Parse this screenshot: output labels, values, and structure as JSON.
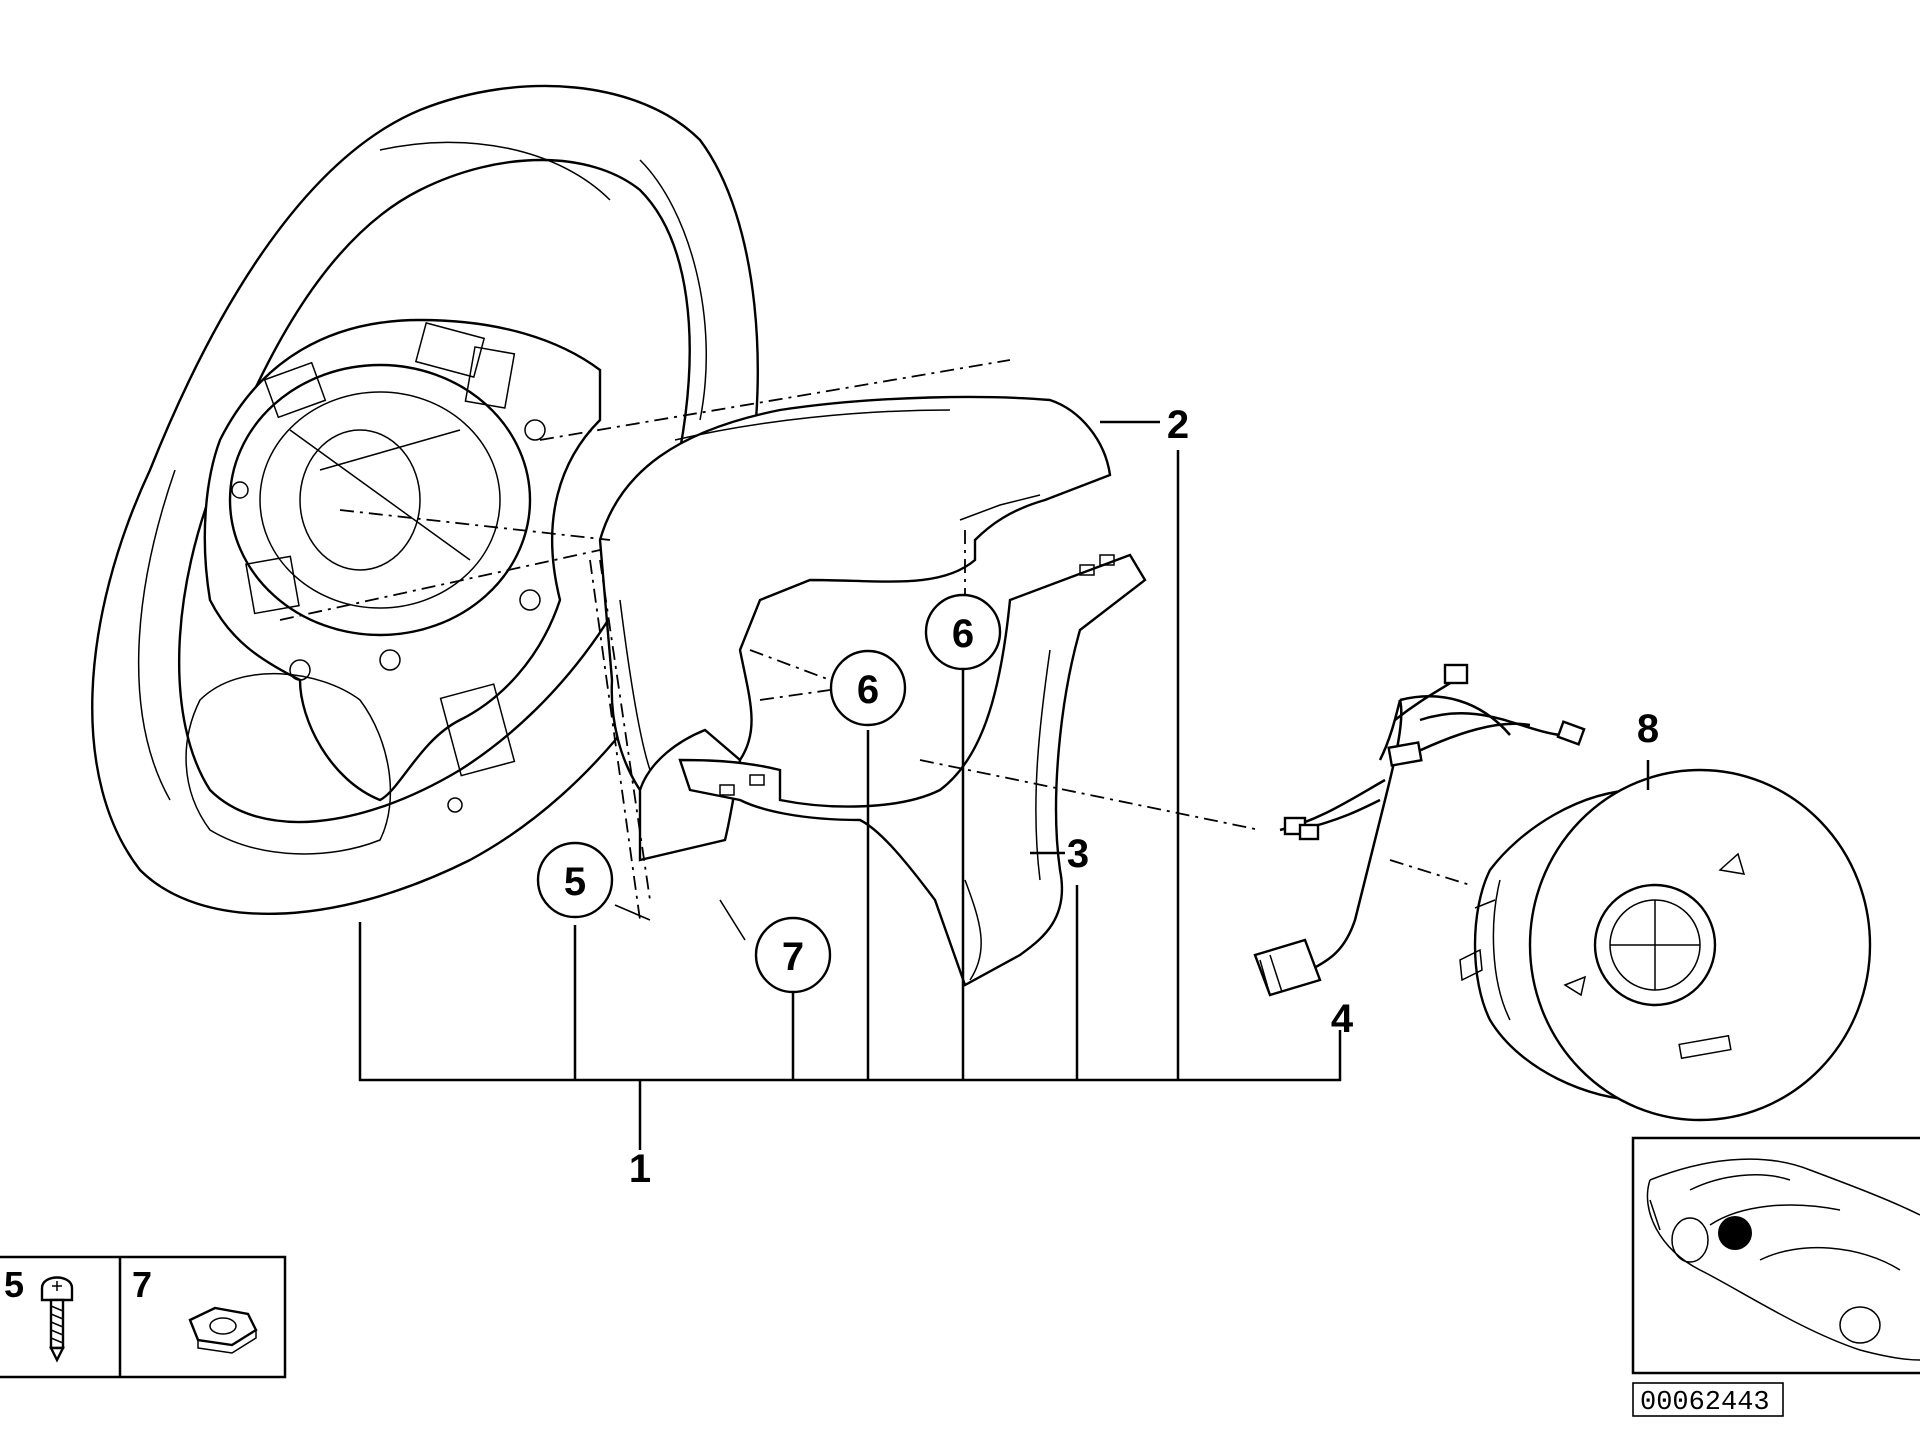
{
  "diagram": {
    "callouts": {
      "assembly": "1",
      "trim_upper": "2",
      "trim_lower": "3",
      "wiring_harness": "4",
      "screw": "5",
      "fastener_a": "6",
      "fastener_b": "6",
      "nut": "7",
      "airbag_module": "8"
    },
    "legend": {
      "screw_key": "5",
      "nut_key": "7"
    },
    "document_number": "00062443",
    "locator_icon": "car-location-icon"
  }
}
